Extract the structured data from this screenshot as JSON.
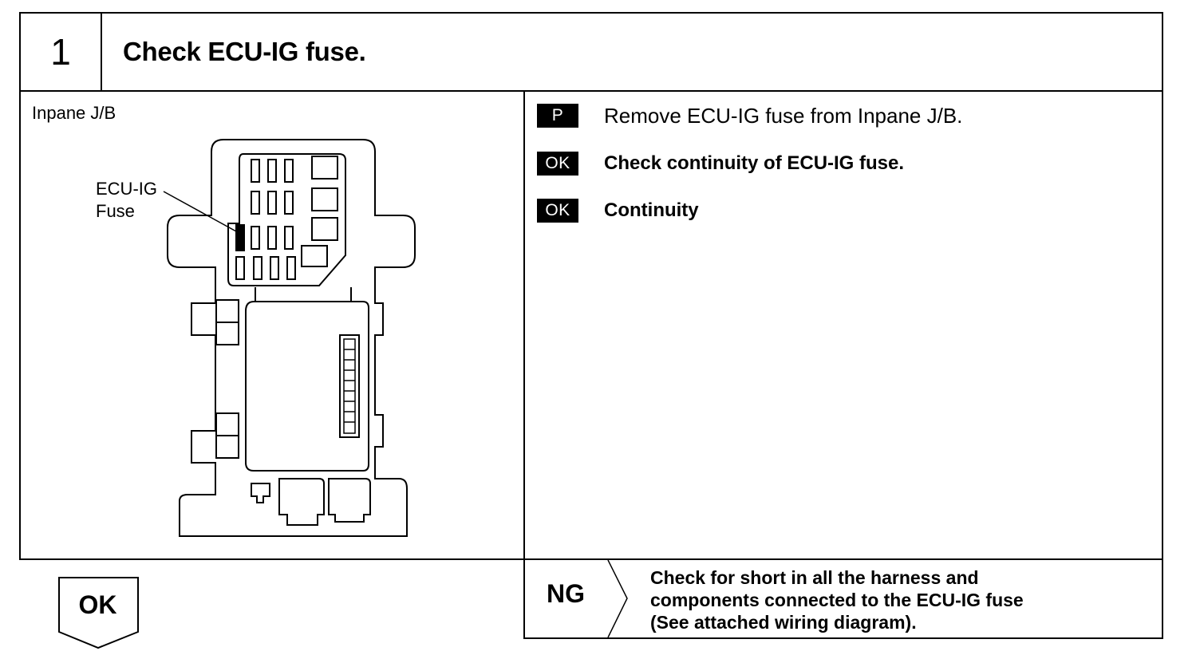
{
  "step": {
    "number": "1",
    "title": "Check ECU-IG fuse."
  },
  "diagram": {
    "location_label": "Inpane J/B",
    "fuse_label_line1": "ECU-IG",
    "fuse_label_line2": "Fuse"
  },
  "instructions": [
    {
      "tag": "P",
      "text": "Remove ECU-IG fuse from Inpane J/B."
    },
    {
      "tag": "OK",
      "text": "Check continuity of ECU-IG fuse."
    },
    {
      "tag": "OK",
      "text": "Continuity"
    }
  ],
  "ng": {
    "label": "NG",
    "line1": "Check for short in all the harness and",
    "line2": "components connected to the ECU-IG fuse",
    "line3": "(See attached wiring diagram)."
  },
  "ok": {
    "label": "OK"
  }
}
